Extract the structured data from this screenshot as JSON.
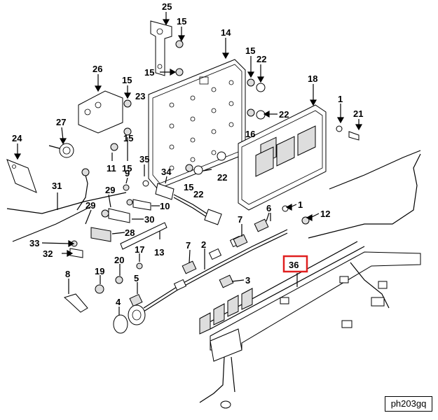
{
  "diagram": {
    "callouts": {
      "c1a": "1",
      "c1b": "1",
      "c2": "2",
      "c3": "3",
      "c4": "4",
      "c5": "5",
      "c6": "6",
      "c7a": "7",
      "c7b": "7",
      "c8": "8",
      "c9": "9",
      "c10": "10",
      "c11": "11",
      "c12": "12",
      "c13": "13",
      "c14": "14",
      "c15a": "15",
      "c15b": "15",
      "c15c": "15",
      "c15d": "15",
      "c15e": "15",
      "c15f": "15",
      "c15g": "15",
      "c16": "16",
      "c17": "17",
      "c18": "18",
      "c19": "19",
      "c20": "20",
      "c21": "21",
      "c22a": "22",
      "c22b": "22",
      "c22c": "22",
      "c22d": "22",
      "c23": "23",
      "c24": "24",
      "c25": "25",
      "c26": "26",
      "c27": "27",
      "c28": "28",
      "c29a": "29",
      "c29b": "29",
      "c30": "30",
      "c31": "31",
      "c32": "32",
      "c33": "33",
      "c34": "34",
      "c35": "35",
      "c36": "36"
    },
    "highlight_color": "#e02020",
    "reference_code": "ph203gq"
  }
}
